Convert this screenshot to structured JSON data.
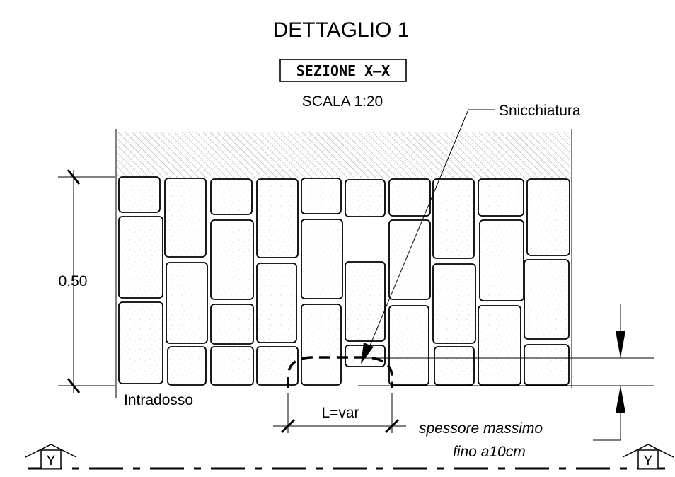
{
  "title": "DETTAGLIO 1",
  "section_label": "SEZIONE X–X",
  "scale": "SCALA 1:20",
  "labels": {
    "snicchiatura": "Snicchiatura",
    "thickness": "0.50",
    "intradosso": "Intradosso",
    "length": "L=var",
    "note_line1": "spessore massimo",
    "note_line2": "fino a10cm",
    "section_mark_left": "Y",
    "section_mark_right": "Y"
  }
}
